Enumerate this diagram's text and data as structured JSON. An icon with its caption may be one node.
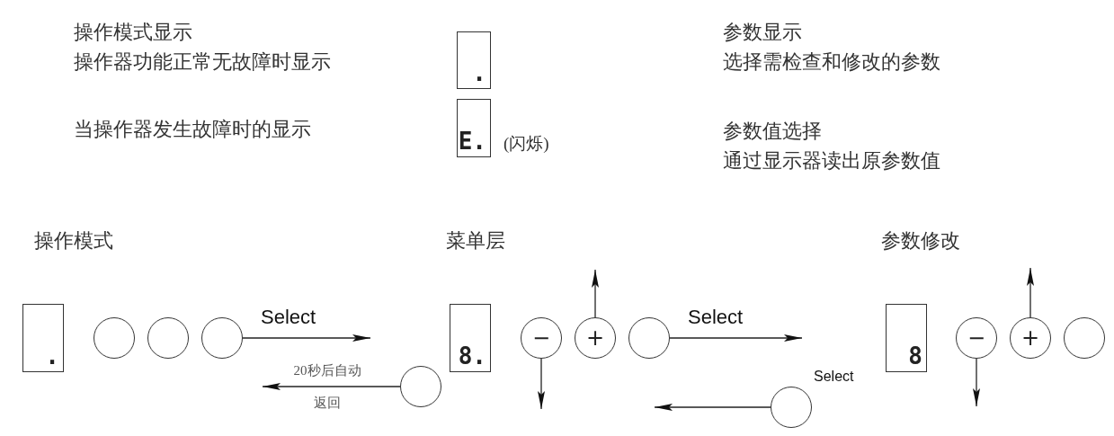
{
  "diagram": {
    "nodes": [
      {
        "text": [
          "."
        ]
      },
      {
        "text": [
          "E."
        ],
        "beside": [
          "(闪烁)"
        ]
      },
      {
        "text": [
          "."
        ]
      },
      {
        "text": [],
        "shape": "circle"
      },
      {
        "text": [],
        "shape": "circle"
      },
      {
        "text": [],
        "shape": "circle"
      },
      {
        "text": [],
        "shape": "circle"
      },
      {
        "text": [
          "8."
        ]
      },
      {
        "text": [
          "−"
        ]
      },
      {
        "text": [
          "+"
        ]
      },
      {
        "text": [],
        "shape": "circle"
      },
      {
        "text": [],
        "shape": "circle"
      },
      {
        "text": [
          "8"
        ]
      },
      {
        "text": [
          "−"
        ]
      },
      {
        "text": [
          "+"
        ]
      },
      {
        "text": [],
        "shape": "circle"
      }
    ],
    "edges": [
      {
        "from": 5,
        "to": null,
        "arrow": "to",
        "label": "Select"
      },
      {
        "from": 6,
        "to": null,
        "arrow": "to",
        "label": "20秒后自动返回"
      },
      {
        "from": 8,
        "to": null,
        "arrow": "to"
      },
      {
        "from": 9,
        "to": null,
        "arrow": "to"
      },
      {
        "from": 10,
        "to": null,
        "arrow": "to",
        "label": "Select"
      },
      {
        "from": 11,
        "to": null,
        "arrow": "to",
        "label": "Select"
      },
      {
        "from": 13,
        "to": null,
        "arrow": "to"
      },
      {
        "from": 14,
        "to": null,
        "arrow": "to"
      }
    ],
    "labels": [
      "操作模式显示",
      "参数显示",
      "操作器功能正常无故障时显示",
      "选择需检查和修改的参数",
      "当操作器发生故障时的显示",
      "参数值选择",
      "通过显示器读出原参数值",
      "操作模式",
      "菜单层",
      "参数修改"
    ]
  }
}
